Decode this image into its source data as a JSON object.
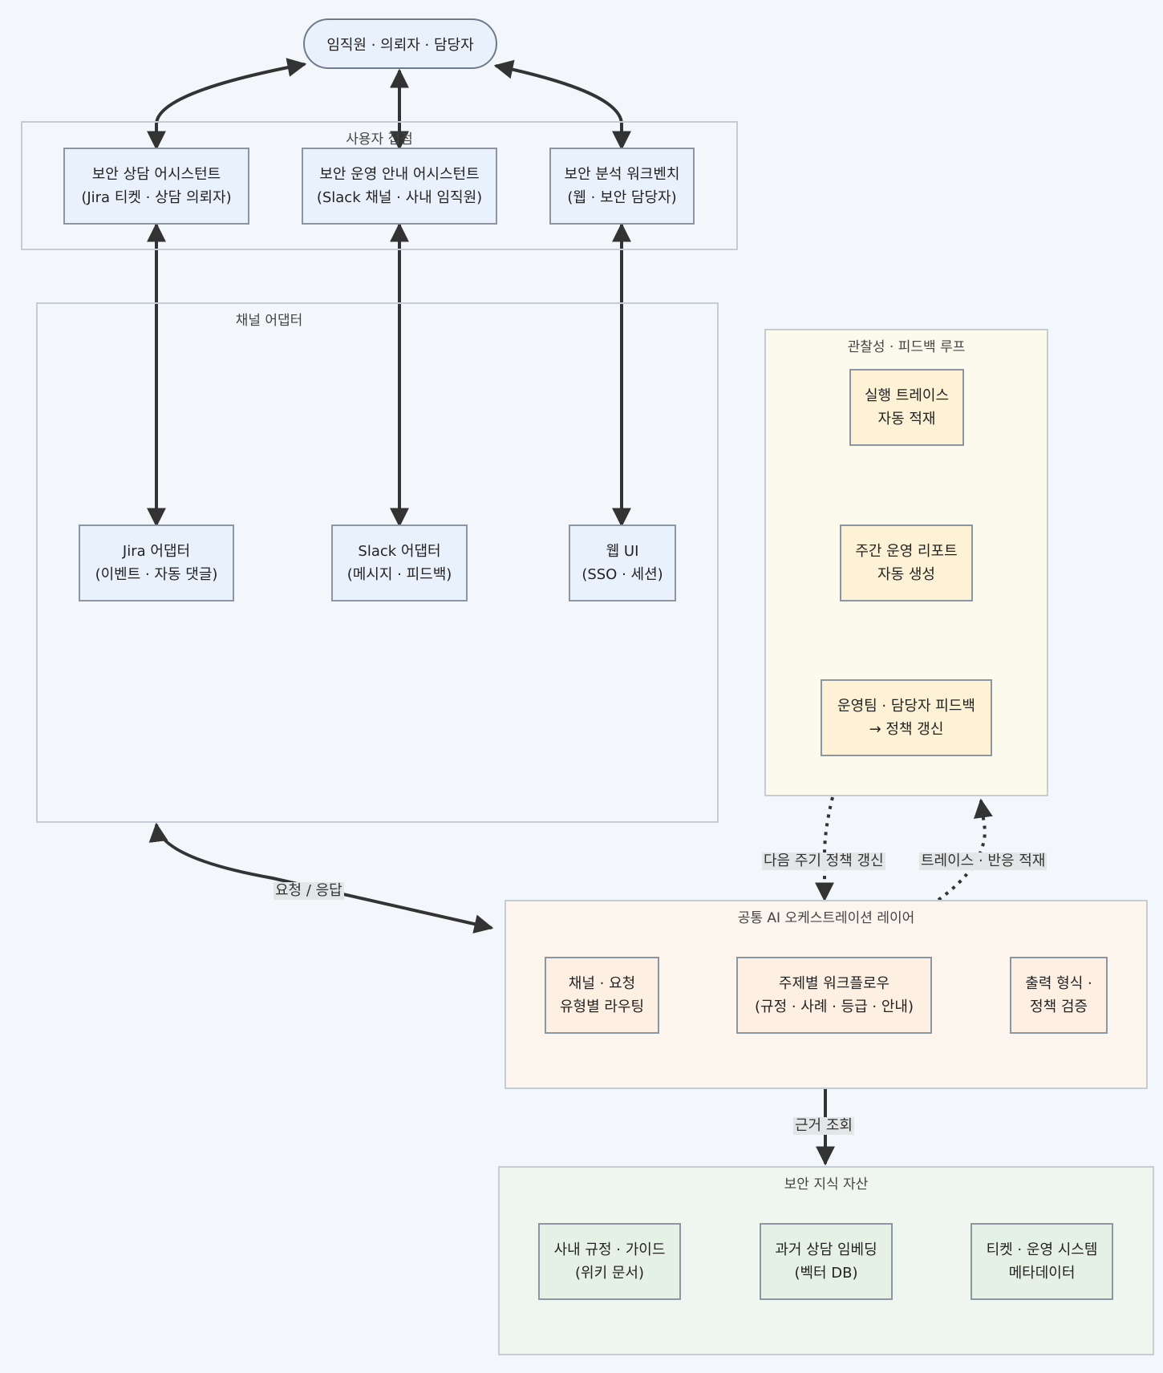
{
  "actor": {
    "label": "임직원 · 의뢰자 · 담당자"
  },
  "groups": {
    "user_touchpoints": {
      "title": "사용자 접점",
      "nodes": [
        {
          "line1": "보안 상담 어시스턴트",
          "line2": "(Jira 티켓 · 상담 의뢰자)"
        },
        {
          "line1": "보안 운영 안내 어시스턴트",
          "line2": "(Slack 채널 · 사내 임직원)"
        },
        {
          "line1": "보안 분석 워크벤치",
          "line2": "(웹 · 보안 담당자)"
        }
      ]
    },
    "channel_adapters": {
      "title": "채널 어댑터",
      "nodes": [
        {
          "line1": "Jira 어댑터",
          "line2": "(이벤트 · 자동 댓글)"
        },
        {
          "line1": "Slack 어댑터",
          "line2": "(메시지 · 피드백)"
        },
        {
          "line1": "웹 UI",
          "line2": "(SSO · 세션)"
        }
      ]
    },
    "observability": {
      "title": "관찰성 · 피드백 루프",
      "nodes": [
        {
          "line1": "실행 트레이스",
          "line2": "자동 적재"
        },
        {
          "line1": "주간 운영 리포트",
          "line2": "자동 생성"
        },
        {
          "line1": "운영팀 · 담당자 피드백",
          "line2": "→ 정책 갱신"
        }
      ]
    },
    "orchestration": {
      "title": "공통 AI 오케스트레이션 레이어",
      "nodes": [
        {
          "line1": "채널 · 요청",
          "line2": "유형별 라우팅"
        },
        {
          "line1": "주제별 워크플로우",
          "line2": "(규정 · 사례 · 등급 · 안내)"
        },
        {
          "line1": "출력 형식 ·",
          "line2": "정책 검증"
        }
      ]
    },
    "knowledge": {
      "title": "보안 지식 자산",
      "nodes": [
        {
          "line1": "사내 규정 · 가이드",
          "line2": "(위키 문서)"
        },
        {
          "line1": "과거 상담 임베딩",
          "line2": "(벡터 DB)"
        },
        {
          "line1": "티켓 · 운영 시스템",
          "line2": "메타데이터"
        }
      ]
    }
  },
  "edge_labels": {
    "request_response": "요청 / 응답",
    "next_cycle_policy": "다음 주기 정책 갱신",
    "trace_reaction": "트레이스 · 반응 적재",
    "evidence_lookup": "근거 조회"
  }
}
